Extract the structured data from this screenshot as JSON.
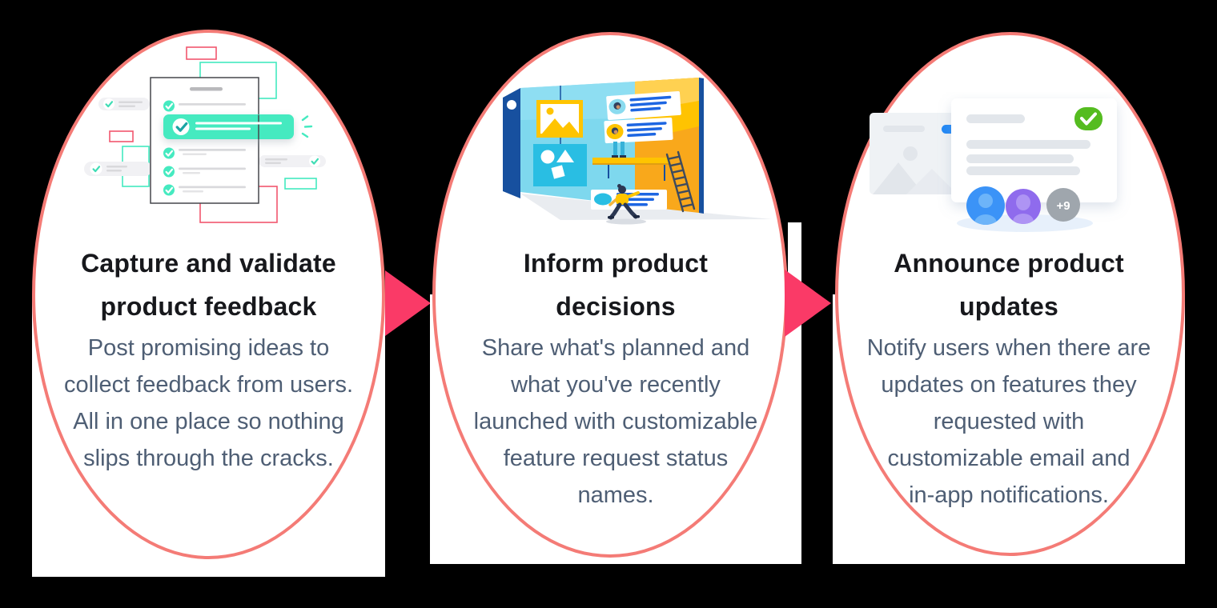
{
  "page": {
    "background": "#000000",
    "section_name": "product feedback feature highlights"
  },
  "colors": {
    "card_bg": "#FFFFFF",
    "card_border": "#F47B76",
    "arrow": "#FA3A67",
    "title_text": "#17181C",
    "body_text": "#4E5E74",
    "illustration": {
      "mint": "#45EAC0",
      "teal_check": "#1BA5A4",
      "pink_outline": "#F2566E",
      "teal_outline": "#43E9BF",
      "gray_row": "#F1F1F4",
      "gray_line": "#D9D9DC",
      "paper_border": "#45474C",
      "navy": "#17509F",
      "cyan_board": "#7ED8EE",
      "cyan_card": "#29BEE3",
      "yellow": "#FFC400",
      "orange": "#F9A81B",
      "blue_line": "#1D66E2",
      "slate_figure": "#2B3752",
      "green_badge": "#55BC20",
      "avatar_blue": "#3B93F7",
      "avatar_purple": "#8F6BED",
      "avatar_gray": "#9FA6AD",
      "placeholder_gray": "#E2E6EB",
      "back_card": "#EFF2F5",
      "pill_blue": "#1F87F6"
    }
  },
  "cards": [
    {
      "id": "capture-feedback",
      "illustration": "checklist-illustration",
      "title_lines": [
        "Capture and validate",
        "product feedback"
      ],
      "body_lines": [
        "Post promising ideas to",
        "collect feedback from users.",
        "All in one place so nothing",
        "slips through the cracks."
      ]
    },
    {
      "id": "inform-decisions",
      "illustration": "roadmap-billboard-illustration",
      "title_lines": [
        "Inform product",
        "decisions"
      ],
      "body_lines": [
        "Share what's planned and",
        "what you've recently",
        "launched with customizable",
        "feature request status",
        "names."
      ]
    },
    {
      "id": "announce-updates",
      "illustration": "announcement-notification-illustration",
      "title_lines": [
        "Announce product",
        "updates"
      ],
      "body_lines": [
        "Notify users when there are",
        "updates on features they",
        "requested with",
        "customizable email and",
        "in-app notifications."
      ],
      "avatars_overflow_label": "+9"
    }
  ],
  "icons": {
    "arrow_icon": "right-pointing-triangle",
    "check_icon": "checkmark",
    "success_badge_icon": "green-checkmark-badge"
  }
}
